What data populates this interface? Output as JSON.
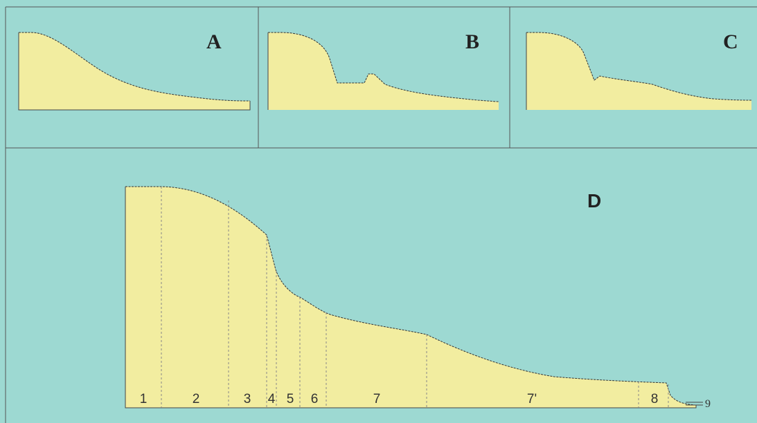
{
  "panels": {
    "a": {
      "label": "A"
    },
    "b": {
      "label": "B"
    },
    "c": {
      "label": "C"
    },
    "d": {
      "label": "D"
    }
  },
  "zones": [
    "1",
    "2",
    "3",
    "4",
    "5",
    "6",
    "7",
    "7'",
    "8",
    "9"
  ],
  "colors": {
    "background": "#9dd9d2",
    "profile_fill": "#f2eda0",
    "outline": "#333333"
  }
}
